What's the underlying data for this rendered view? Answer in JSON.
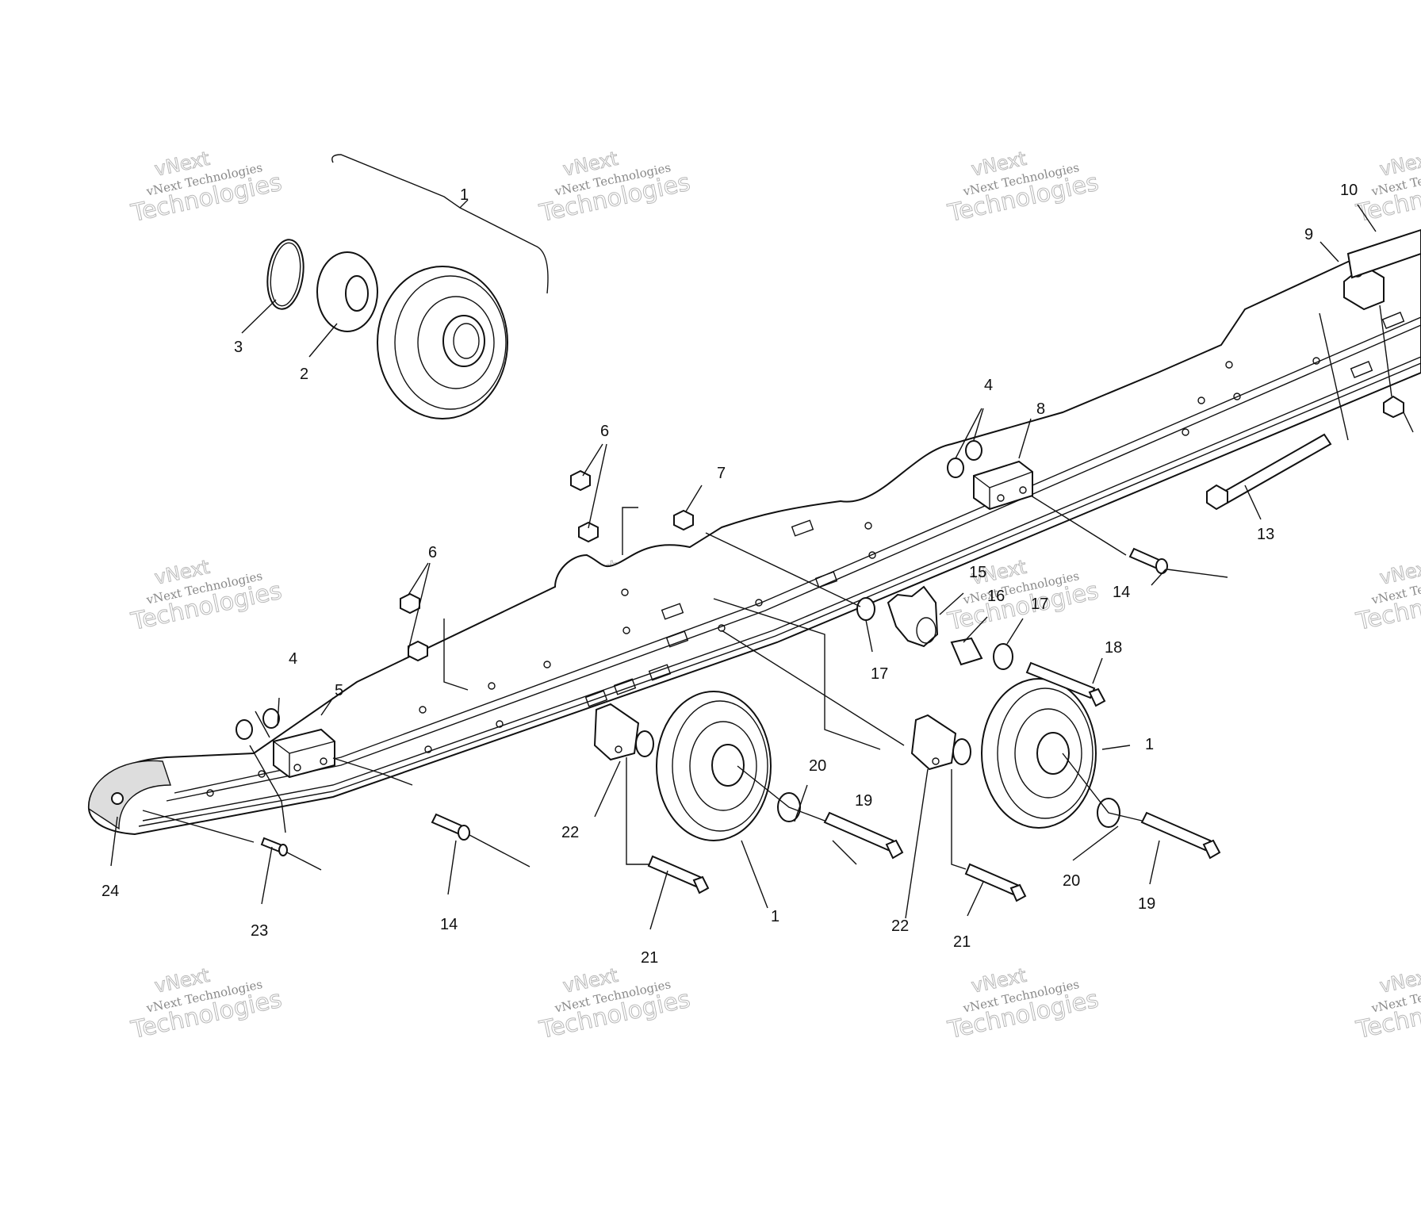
{
  "watermark": {
    "line0": "vNext",
    "line1": "vNext Technologies",
    "line2": "Technologies"
  },
  "callouts": [
    {
      "id": "1",
      "text": "1"
    },
    {
      "id": "2",
      "text": "2"
    },
    {
      "id": "3",
      "text": "3"
    },
    {
      "id": "4",
      "text": "4"
    },
    {
      "id": "5",
      "text": "5"
    },
    {
      "id": "6",
      "text": "6"
    },
    {
      "id": "7",
      "text": "7"
    },
    {
      "id": "8",
      "text": "8"
    },
    {
      "id": "9",
      "text": "9"
    },
    {
      "id": "10",
      "text": "10"
    },
    {
      "id": "13",
      "text": "13"
    },
    {
      "id": "14",
      "text": "14"
    },
    {
      "id": "15",
      "text": "15"
    },
    {
      "id": "16",
      "text": "16"
    },
    {
      "id": "17",
      "text": "17"
    },
    {
      "id": "18",
      "text": "18"
    },
    {
      "id": "19",
      "text": "19"
    },
    {
      "id": "20",
      "text": "20"
    },
    {
      "id": "21",
      "text": "21"
    },
    {
      "id": "22",
      "text": "22"
    },
    {
      "id": "23",
      "text": "23"
    },
    {
      "id": "24",
      "text": "24"
    }
  ]
}
